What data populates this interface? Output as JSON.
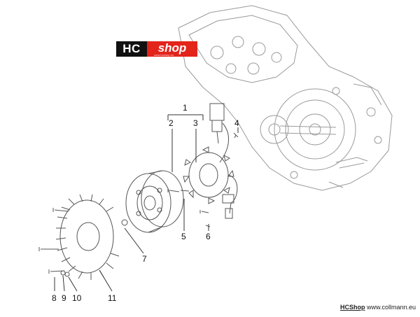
{
  "logo": {
    "hc": "HC",
    "shop": "shop",
    "url": "www.hcshop.eu"
  },
  "callouts": [
    "1",
    "2",
    "3",
    "4",
    "5",
    "6",
    "7",
    "8",
    "9",
    "10",
    "11"
  ],
  "footer": {
    "brand": "HCShop",
    "url": "www.collmann.eu"
  },
  "colors": {
    "line": "#555555",
    "logo_dark": "#111111",
    "logo_red": "#e3241b"
  }
}
